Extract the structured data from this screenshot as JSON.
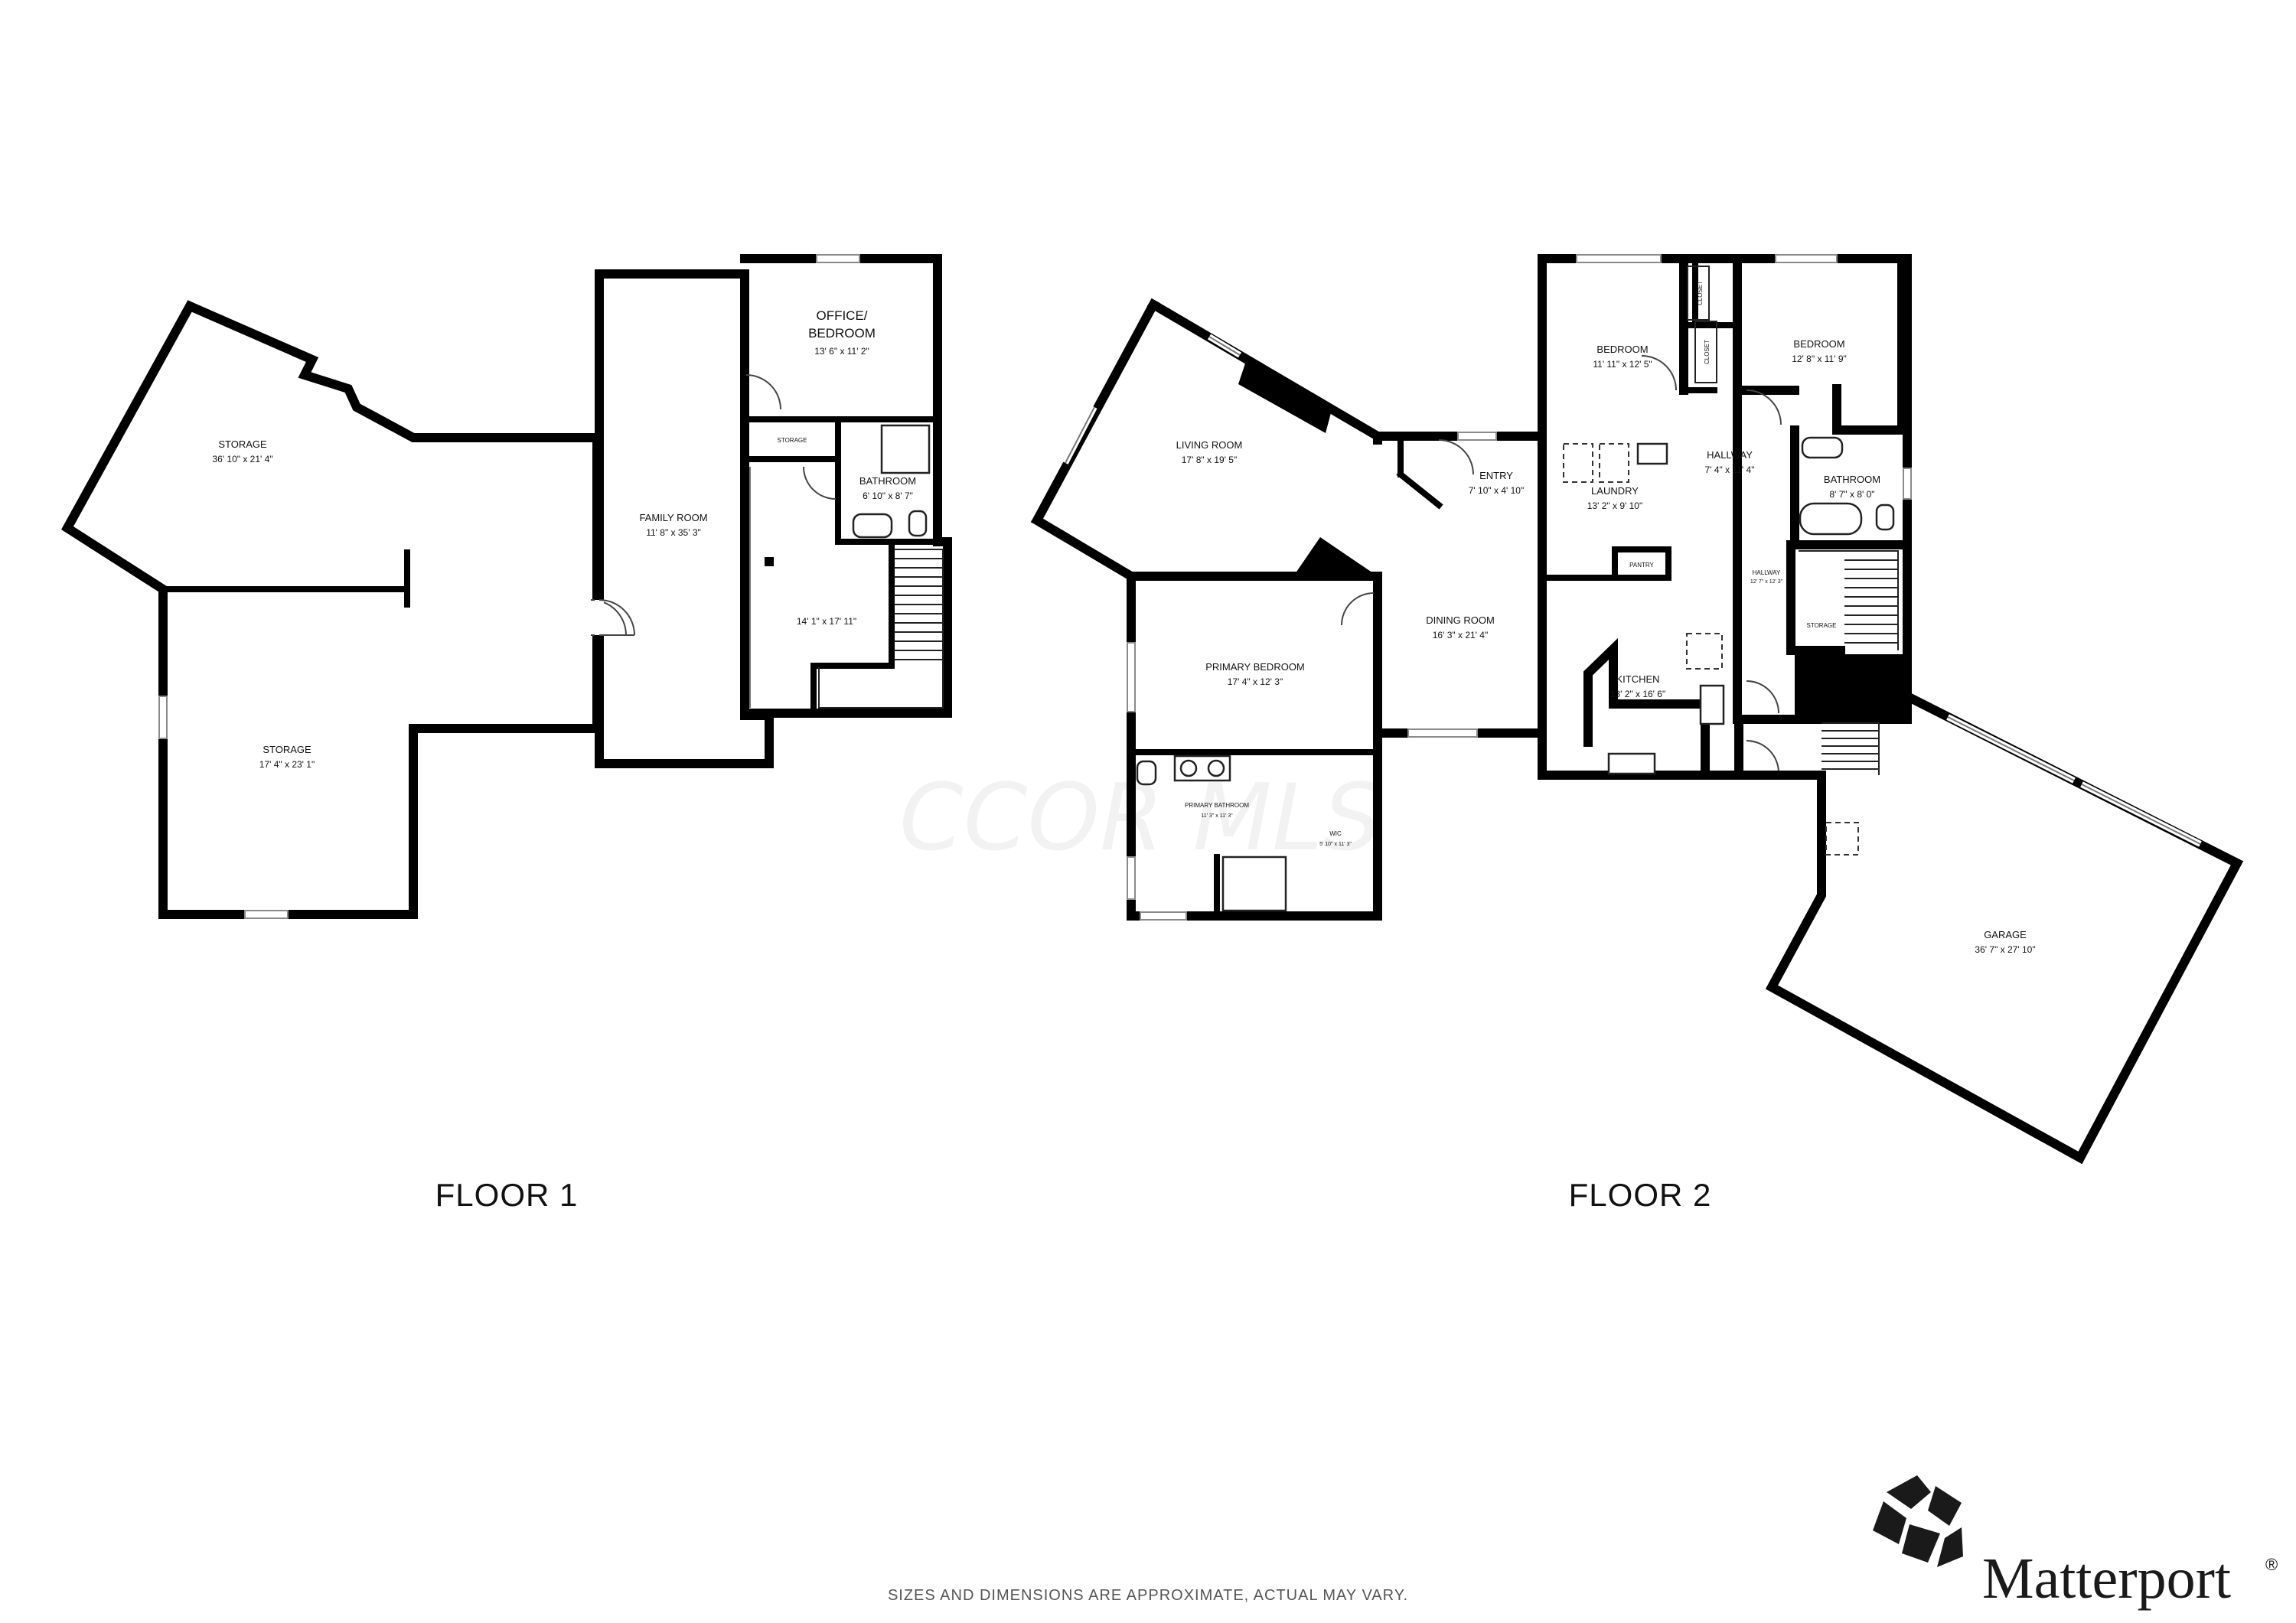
{
  "floors": {
    "floor1": {
      "label": "FLOOR 1"
    },
    "floor2": {
      "label": "FLOOR 2"
    }
  },
  "rooms": {
    "f1_storage_a": {
      "name": "STORAGE",
      "dims": "36' 10\" x 21' 4\""
    },
    "f1_storage_b": {
      "name": "STORAGE",
      "dims": "17' 4\" x 23' 1\""
    },
    "f1_family": {
      "name": "FAMILY ROOM",
      "dims": "11' 8\" x 35' 3\""
    },
    "f1_office": {
      "name_line1": "OFFICE/",
      "name_line2": "BEDROOM",
      "dims": "13' 6\" x 11' 2\""
    },
    "f1_storage_c": {
      "name": "STORAGE"
    },
    "f1_bathroom": {
      "name": "BATHROOM",
      "dims": "6' 10\" x 8' 7\""
    },
    "f1_unlabeled": {
      "dims": "14' 1\" x 17' 11\""
    },
    "f2_living": {
      "name": "LIVING ROOM",
      "dims": "17' 8\" x 19' 5\""
    },
    "f2_primary_bed": {
      "name": "PRIMARY BEDROOM",
      "dims": "17' 4\" x 12' 3\""
    },
    "f2_primary_bath": {
      "name": "PRIMARY BATHROOM",
      "dims": "11' 3\" x 11' 3\""
    },
    "f2_wic": {
      "name": "WIC",
      "dims": "5' 10\" x 11' 3\""
    },
    "f2_entry": {
      "name": "ENTRY",
      "dims": "7' 10\" x 4' 10\""
    },
    "f2_dining": {
      "name": "DINING ROOM",
      "dims": "16' 3\" x 21' 4\""
    },
    "f2_laundry": {
      "name": "LAUNDRY",
      "dims": "13' 2\" x 9' 10\""
    },
    "f2_pantry": {
      "name": "PANTRY"
    },
    "f2_kitchen": {
      "name": "KITCHEN",
      "dims": "13' 2\" x 16' 6\""
    },
    "f2_bedroom_a": {
      "name": "BEDROOM",
      "dims": "11' 11\" x 12' 5\""
    },
    "f2_bedroom_b": {
      "name": "BEDROOM",
      "dims": "12' 8\" x 11' 9\""
    },
    "f2_closet_a": {
      "name": "CLOSET"
    },
    "f2_closet_b": {
      "name": "CLOSET"
    },
    "f2_hallway": {
      "name": "HALLWAY",
      "dims": "7' 4\" x 11' 4\""
    },
    "f2_hallway_sm": {
      "name": "HALLWAY",
      "dims": "12' 7\" x 12' 3\""
    },
    "f2_bathroom": {
      "name": "BATHROOM",
      "dims": "8' 7\" x 8' 0\""
    },
    "f2_storage": {
      "name": "STORAGE"
    },
    "f2_garage": {
      "name": "GARAGE",
      "dims": "36' 7\" x 27' 10\""
    }
  },
  "watermark": "CCOR MLS",
  "disclaimer": "SIZES AND DIMENSIONS ARE APPROXIMATE, ACTUAL MAY VARY.",
  "brand": {
    "name": "Matterport",
    "trademark": "®",
    "logo_icon": "matterport-logo-icon"
  }
}
